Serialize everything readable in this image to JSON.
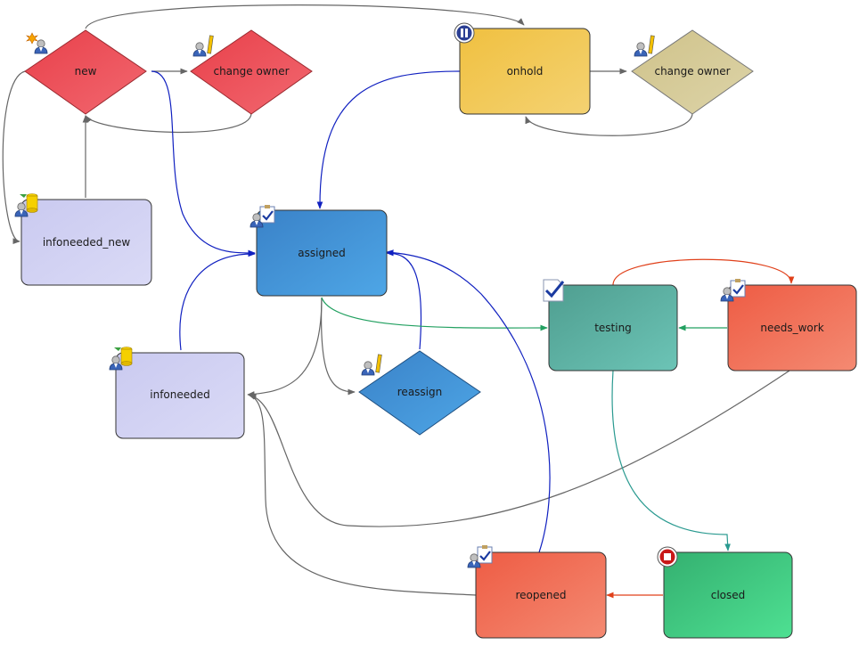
{
  "states": {
    "new": "new",
    "change_owner_1": "change owner",
    "onhold": "onhold",
    "change_owner_2": "change owner",
    "infoneeded_new": "infoneeded_new",
    "assigned": "assigned",
    "testing": "testing",
    "needs_work": "needs_work",
    "infoneeded": "infoneeded",
    "reassign": "reassign",
    "reopened": "reopened",
    "closed": "closed"
  },
  "colors": {
    "red": "#ea4a50",
    "yellow": "#f0c64a",
    "khaki": "#d3c894",
    "lavender": "#d0d0f2",
    "blue": "#3f8dd2",
    "teal": "#5aaea0",
    "orange": "#f06a4e",
    "green": "#3fc37f",
    "arrow_gray": "#666666",
    "arrow_blue": "#1020c0",
    "arrow_green": "#22a060",
    "arrow_orange": "#e0401a",
    "arrow_teal": "#2a9a90"
  },
  "icons": {
    "new": "star-user-icon",
    "change_owner": "user-pencil-icon",
    "onhold": "pause-icon",
    "infoneeded": "user-database-icon",
    "assigned": "user-clipboard-icon",
    "testing": "document-check-icon",
    "closed": "stop-icon"
  }
}
